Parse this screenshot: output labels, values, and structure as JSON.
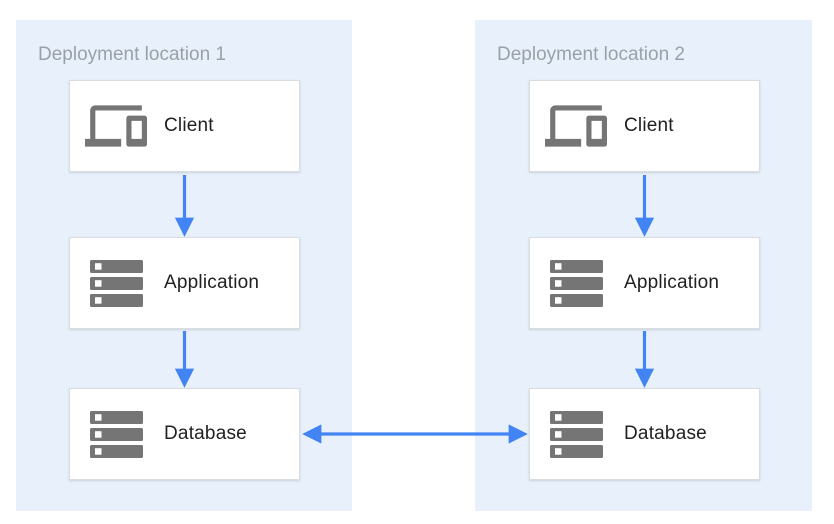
{
  "diagram": {
    "panels": [
      {
        "title": "Deployment location 1",
        "nodes": [
          {
            "label": "Client",
            "icon": "devices-icon"
          },
          {
            "label": "Application",
            "icon": "server-stack-icon"
          },
          {
            "label": "Database",
            "icon": "server-stack-icon"
          }
        ]
      },
      {
        "title": "Deployment location 2",
        "nodes": [
          {
            "label": "Client",
            "icon": "devices-icon"
          },
          {
            "label": "Application",
            "icon": "server-stack-icon"
          },
          {
            "label": "Database",
            "icon": "server-stack-icon"
          }
        ]
      }
    ],
    "connections": [
      {
        "from": "client-1",
        "to": "application-1",
        "direction": "down"
      },
      {
        "from": "application-1",
        "to": "database-1",
        "direction": "down"
      },
      {
        "from": "client-2",
        "to": "application-2",
        "direction": "down"
      },
      {
        "from": "application-2",
        "to": "database-2",
        "direction": "down"
      },
      {
        "from": "database-1",
        "to": "database-2",
        "direction": "bidirectional"
      }
    ],
    "colors": {
      "panel_bg": "#E8F1FB",
      "arrow": "#4284F3",
      "box_border": "#D9DCE0",
      "icon": "#757575",
      "panel_title": "#9AA0A6",
      "node_label": "#212124"
    }
  }
}
